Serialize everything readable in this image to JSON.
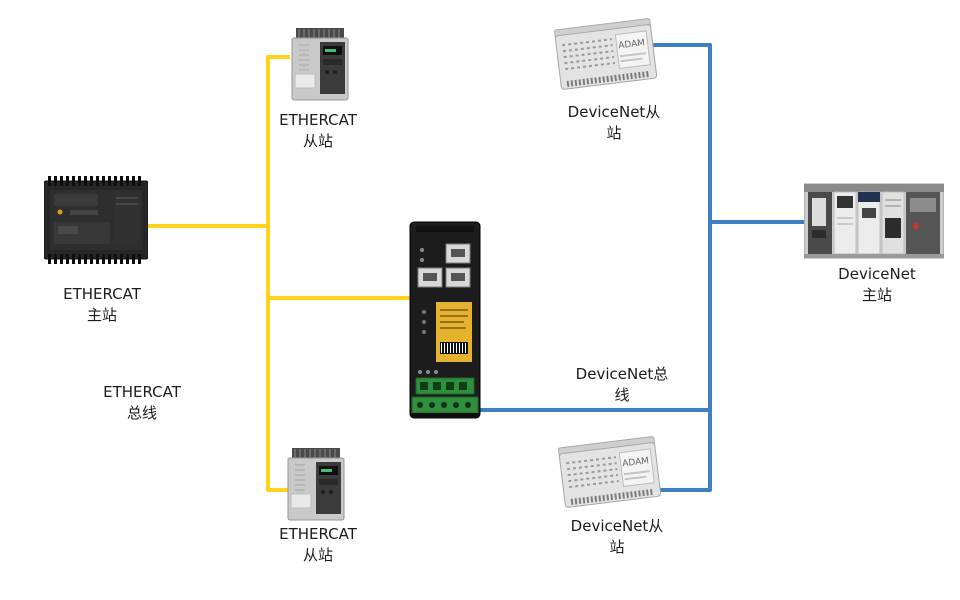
{
  "colors": {
    "ethercat_bus": "#FFD21C",
    "devicenet_bus": "#3F7EC2"
  },
  "nodes": {
    "ethercat_master": {
      "line1": "ETHERCAT",
      "line2": "主站"
    },
    "ethercat_slave_top": {
      "line1": "ETHERCAT",
      "line2": "从站"
    },
    "ethercat_slave_bottom": {
      "line1": "ETHERCAT",
      "line2": "从站"
    },
    "devicenet_slave_top": {
      "line1": "DeviceNet从",
      "line2": "站"
    },
    "devicenet_slave_bottom": {
      "line1": "DeviceNet从",
      "line2": "站"
    },
    "devicenet_master": {
      "line1": "DeviceNet",
      "line2": "主站"
    }
  },
  "bus_labels": {
    "ethercat": {
      "line1": "ETHERCAT",
      "line2": "总线"
    },
    "devicenet": {
      "line1": "DeviceNet总",
      "line2": "线"
    }
  },
  "device_markings": {
    "adam": "ADAM"
  }
}
